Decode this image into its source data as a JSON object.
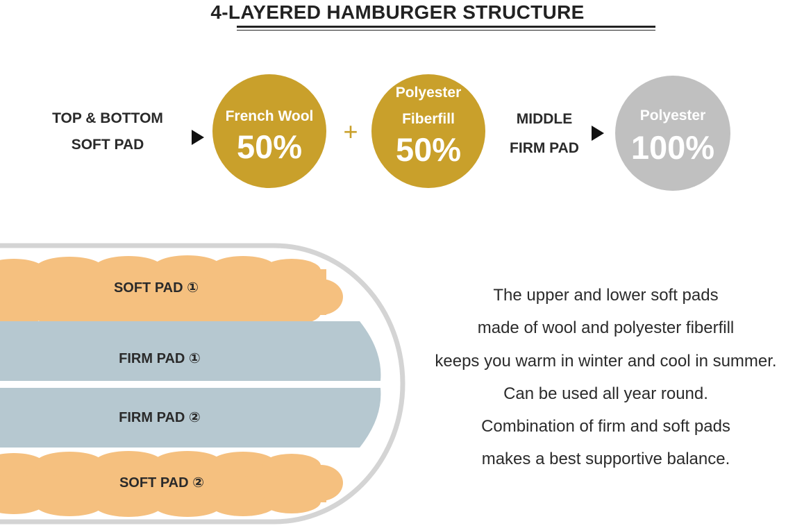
{
  "title": "4-LAYERED HAMBURGER STRUCTURE",
  "top_pad": {
    "label_line1": "TOP & BOTTOM",
    "label_line2": "SOFT PAD",
    "materials": [
      {
        "name": "French Wool",
        "percent": "50%"
      },
      {
        "name_line1": "Polyester",
        "name_line2": "Fiberfill",
        "percent": "50%"
      }
    ],
    "plus": "+"
  },
  "middle_pad": {
    "label_line1": "MIDDLE",
    "label_line2": "FIRM PAD",
    "material": {
      "name": "Polyester",
      "percent": "100%"
    }
  },
  "layers": [
    {
      "label": "SOFT PAD ①"
    },
    {
      "label": "FIRM PAD ①"
    },
    {
      "label": "FIRM PAD ②"
    },
    {
      "label": "SOFT PAD ②"
    }
  ],
  "description": [
    "The upper and lower soft pads",
    "made of wool and polyester fiberfill",
    "keeps you warm in winter and cool in summer.",
    "Can be used all year round.",
    "Combination of firm and soft pads",
    "makes a best supportive balance."
  ],
  "colors": {
    "gold": "#c9a02b",
    "grey_circle": "#c0c0c0",
    "soft_pad": "#f5c07f",
    "firm_pad": "#b6c8d0",
    "outline": "#d4d4d4"
  }
}
